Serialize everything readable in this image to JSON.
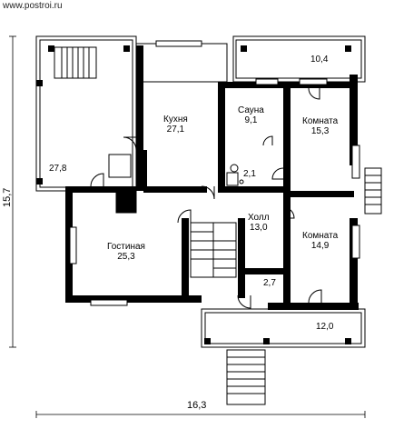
{
  "site_label": "www.postroi.ru",
  "dimensions": {
    "width": "16,3",
    "height": "15,7"
  },
  "rooms": {
    "kitchen": {
      "name": "Кухня",
      "area": "27,1"
    },
    "sauna": {
      "name": "Сауна",
      "area": "9,1"
    },
    "room_upper": {
      "name": "Комната",
      "area": "15,3"
    },
    "room_lower": {
      "name": "Комната",
      "area": "14,9"
    },
    "hall": {
      "name": "Холл",
      "area": "13,0"
    },
    "living": {
      "name": "Гостиная",
      "area": "25,3"
    },
    "terrace_left": {
      "area": "27,8"
    },
    "balcony_top": {
      "area": "10,4"
    },
    "bath": {
      "area": "2,1"
    },
    "closet": {
      "area": "2,7"
    },
    "terrace_bottom": {
      "area": "12,0"
    }
  }
}
